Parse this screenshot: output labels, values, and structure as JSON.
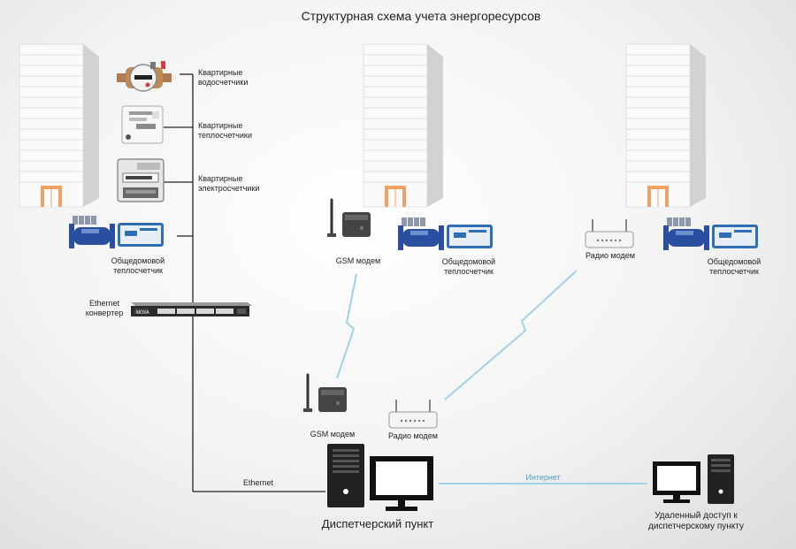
{
  "title": "Структурная схема учета энергоресурсов",
  "labels": {
    "water_meters": [
      "Квартирные",
      "водосчетчики"
    ],
    "heat_meters": [
      "Квартирные",
      "теплосчетчики"
    ],
    "electric_meters": [
      "Квартирные",
      "электросчетчики"
    ],
    "building_heat_meter": [
      "Общедомовой",
      "теплосчетчик"
    ],
    "ethernet_converter": [
      "Ethernet",
      "конвертер"
    ],
    "gsm_modem": "GSM модем",
    "radio_modem": "Радио модем",
    "ethernet": "Ethernet",
    "internet": "Интернет",
    "dispatch": "Диспетчерский пункт",
    "remote_access": [
      "Удаленный доступ к",
      "диспетчерскому пункту"
    ],
    "moxa_brand": "MOXA"
  },
  "colors": {
    "link_line": "#9ed3e6",
    "backbone": "#222222",
    "pipe_blue": "#2a4fa0",
    "box_blue": "#2f6db6",
    "door_orange": "#f0a060"
  }
}
